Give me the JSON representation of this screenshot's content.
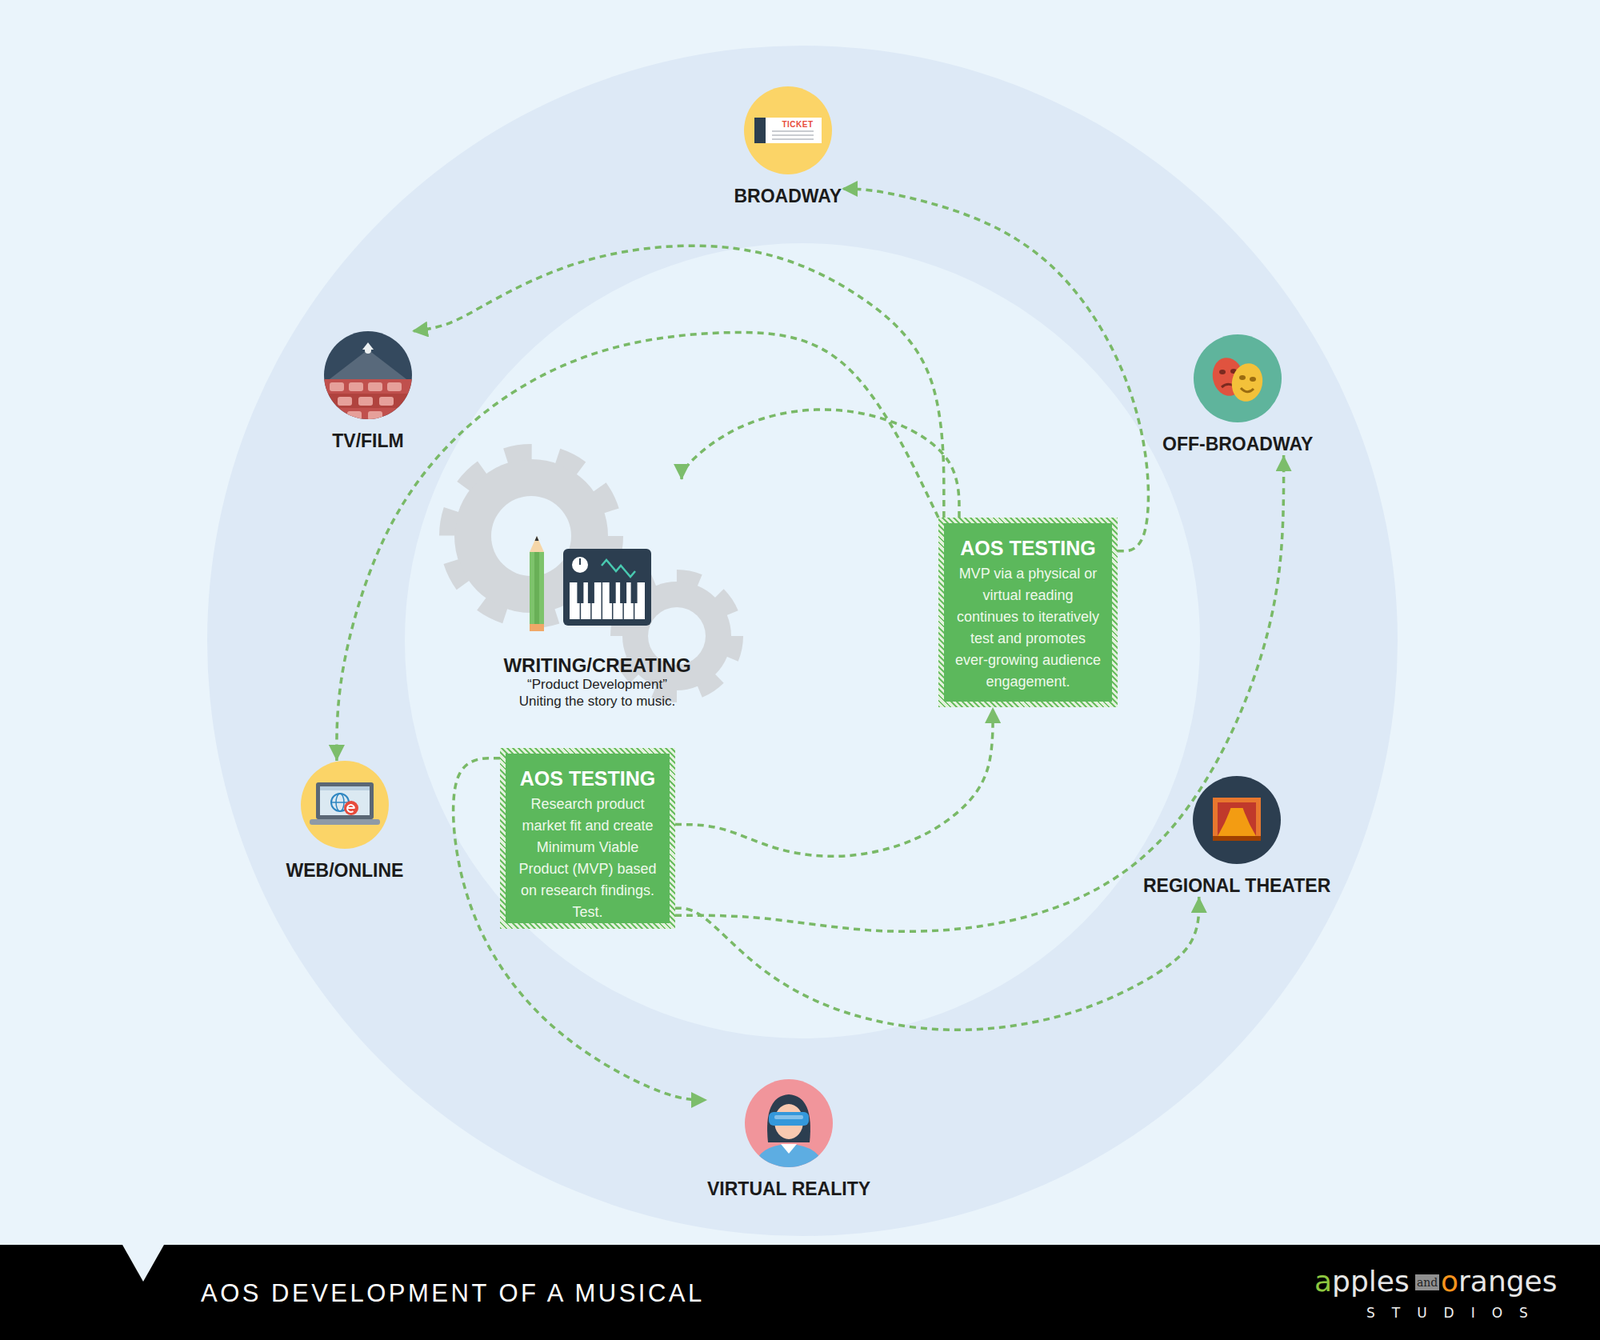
{
  "diagram": {
    "title": "AOS DEVELOPMENT OF A MUSICAL",
    "nodes": [
      {
        "text": [
          "BROADWAY"
        ]
      },
      {
        "text": [
          "TV/FILM"
        ]
      },
      {
        "text": [
          "OFF-BROADWAY"
        ]
      },
      {
        "text": [
          "WRITING/CREATING",
          "“Product Development” Uniting the story to music."
        ]
      },
      {
        "text": [
          "AOS TESTING",
          "MVP via a physical or virtual reading continues to iteratively test and promotes ever-growing audience engagement."
        ]
      },
      {
        "text": [
          "WEB/ONLINE"
        ]
      },
      {
        "text": [
          "AOS TESTING",
          "Research product market fit and create Minimum Viable Product (MVP) based on research findings. Test."
        ]
      },
      {
        "text": [
          "REGIONAL THEATER"
        ]
      },
      {
        "text": [
          "VIRTUAL REALITY"
        ]
      }
    ],
    "edges": [
      {
        "from": 4,
        "to": 0,
        "arrow": "to"
      },
      {
        "from": 4,
        "to": 1,
        "arrow": "to"
      },
      {
        "from": 4,
        "to": 5,
        "arrow": "to"
      },
      {
        "from": 4,
        "to": 3,
        "arrow": "to"
      },
      {
        "from": 6,
        "to": 4,
        "arrow": "to"
      },
      {
        "from": 6,
        "to": 8,
        "arrow": "to"
      },
      {
        "from": 6,
        "to": 2,
        "arrow": "to"
      },
      {
        "from": 6,
        "to": 7,
        "arrow": "to"
      }
    ],
    "labels": [
      "TICKET",
      "apples",
      "and",
      "oranges",
      "STUDIOS"
    ]
  }
}
